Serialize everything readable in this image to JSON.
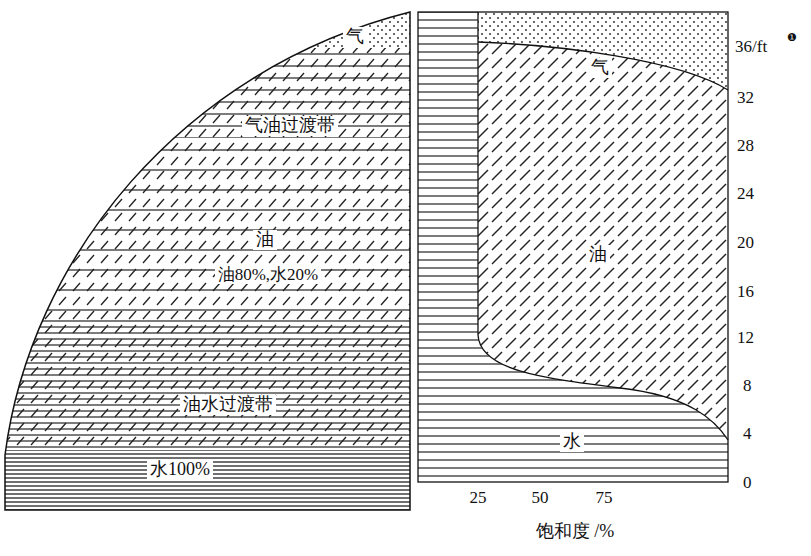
{
  "diagram": {
    "labels": [
      "气",
      "气油过渡带",
      "油",
      "油80%,水20%",
      "油水过渡带",
      "水100%",
      "气",
      "油",
      "水",
      "36/ft",
      "❶",
      "32",
      "28",
      "24",
      "20",
      "16",
      "12",
      "8",
      "4",
      "0",
      "25",
      "50",
      "75",
      "饱和度 /%"
    ]
  }
}
